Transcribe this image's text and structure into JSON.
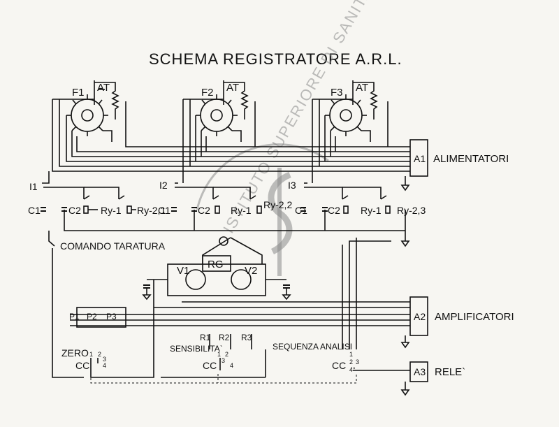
{
  "title": "SCHEMA REGISTRATORE A.R.L.",
  "stages": [
    {
      "filament": "F1",
      "supply": "AT",
      "switch": "I1",
      "c1": "C1",
      "c2": "C2",
      "relay1": "Ry-1",
      "relay2": "Ry-2,1"
    },
    {
      "filament": "F2",
      "supply": "AT",
      "switch": "I2",
      "c1": "C1",
      "c2": "C2",
      "relay1": "Ry-1",
      "relay2": "Ry-2,2"
    },
    {
      "filament": "F3",
      "supply": "AT",
      "switch": "I3",
      "c1": "C1",
      "c2": "C2",
      "relay1": "Ry-1",
      "relay2": "Ry-2,3"
    }
  ],
  "blocks": {
    "a1": {
      "id": "A1",
      "label": "ALIMENTATORI"
    },
    "a2": {
      "id": "A2",
      "label": "AMPLIFICATORI"
    },
    "a3": {
      "id": "A3",
      "label": "RELE`"
    }
  },
  "bridge": {
    "meter": "RG",
    "v1": "V1",
    "v2": "V2"
  },
  "comando": "COMANDO TARATURA",
  "pots_left": [
    "P1",
    "P2",
    "P3"
  ],
  "pots_mid": [
    "R1",
    "R2",
    "R3"
  ],
  "sections": {
    "zero": "ZERO",
    "sens": "SENSIBILITA`",
    "seq": "SEQUENZA ANALISI"
  },
  "cc": "CC",
  "sw_pos": {
    "p1": "1",
    "p2": "2",
    "p3": "3",
    "p4": "4",
    "p4deg": "4°"
  },
  "watermark": "ISTITUTO SUPERIORE DI SANITA"
}
